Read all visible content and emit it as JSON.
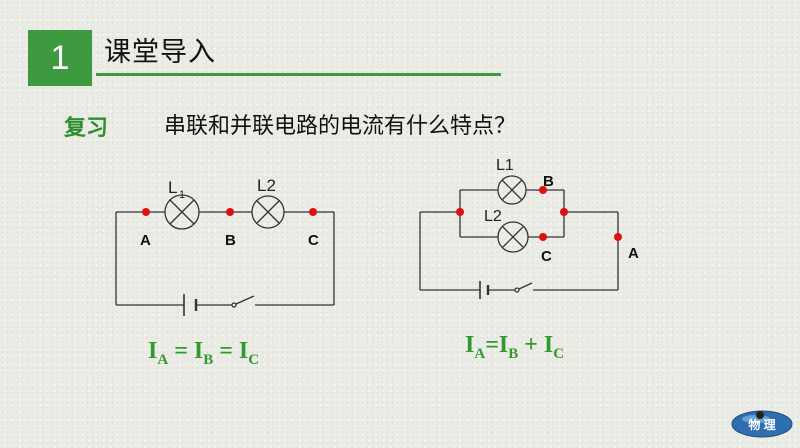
{
  "header": {
    "section_number": "1",
    "title": "课堂导入",
    "accent_color": "#3d9a3e"
  },
  "intro": {
    "review_label": "复习",
    "question": "串联和并联电路的电流有什么特点？"
  },
  "series_circuit": {
    "lamp1_label": "L",
    "lamp1_sub": "1",
    "lamp2_label": "L2",
    "point_a": "A",
    "point_b": "B",
    "point_c": "C",
    "formula": {
      "i1": "I",
      "s1": "A",
      "op1": "=",
      "i2": "I",
      "s2": "B",
      "op2": "=",
      "i3": "I",
      "s3": "C"
    }
  },
  "parallel_circuit": {
    "lamp1_label": "L1",
    "lamp2_label": "L2",
    "point_a": "A",
    "point_b": "B",
    "point_c": "C",
    "formula": {
      "i1": "I",
      "s1": "A",
      "op1": "=",
      "i2": "I",
      "s2": "B",
      "op2": "+",
      "i3": "I",
      "s3": "C"
    }
  },
  "logo": {
    "text": "物 理",
    "icon": "physics-logo-icon"
  },
  "colors": {
    "node": "#e01010",
    "wire": "#333333",
    "formula": "#2f9a2f"
  }
}
